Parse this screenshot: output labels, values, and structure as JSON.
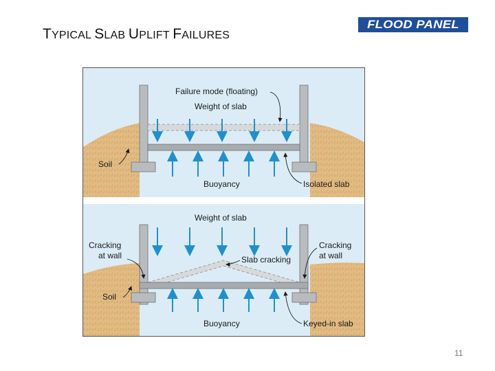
{
  "slide": {
    "title_parts": [
      {
        "text": "T",
        "style": "cap"
      },
      {
        "text": "YPICAL ",
        "style": "sc"
      },
      {
        "text": "S",
        "style": "cap"
      },
      {
        "text": "LAB ",
        "style": "sc"
      },
      {
        "text": "U",
        "style": "cap"
      },
      {
        "text": "PLIFT ",
        "style": "sc"
      },
      {
        "text": "F",
        "style": "cap"
      },
      {
        "text": "AILURES",
        "style": "sc"
      }
    ],
    "logo_text": "FLOOD PANEL",
    "page_number": "11"
  },
  "diagram": {
    "colors": {
      "water": "#dbecf6",
      "soil": "#e2bb82",
      "wall": "#b9bcbf",
      "slab": "#a9acaf",
      "arrow": "#1f8fce"
    },
    "top_panel": {
      "failure_mode": "Failure mode (floating)",
      "weight": "Weight of slab",
      "soil": "Soil",
      "buoyancy": "Buoyancy",
      "slab_type": "Isolated slab"
    },
    "bottom_panel": {
      "weight": "Weight of slab",
      "cracking_left_1": "Cracking",
      "cracking_left_2": "at wall",
      "cracking_right_1": "Cracking",
      "cracking_right_2": "at wall",
      "slab_cracking": "Slab cracking",
      "soil": "Soil",
      "buoyancy": "Buoyancy",
      "slab_type": "Keyed-in slab"
    }
  }
}
